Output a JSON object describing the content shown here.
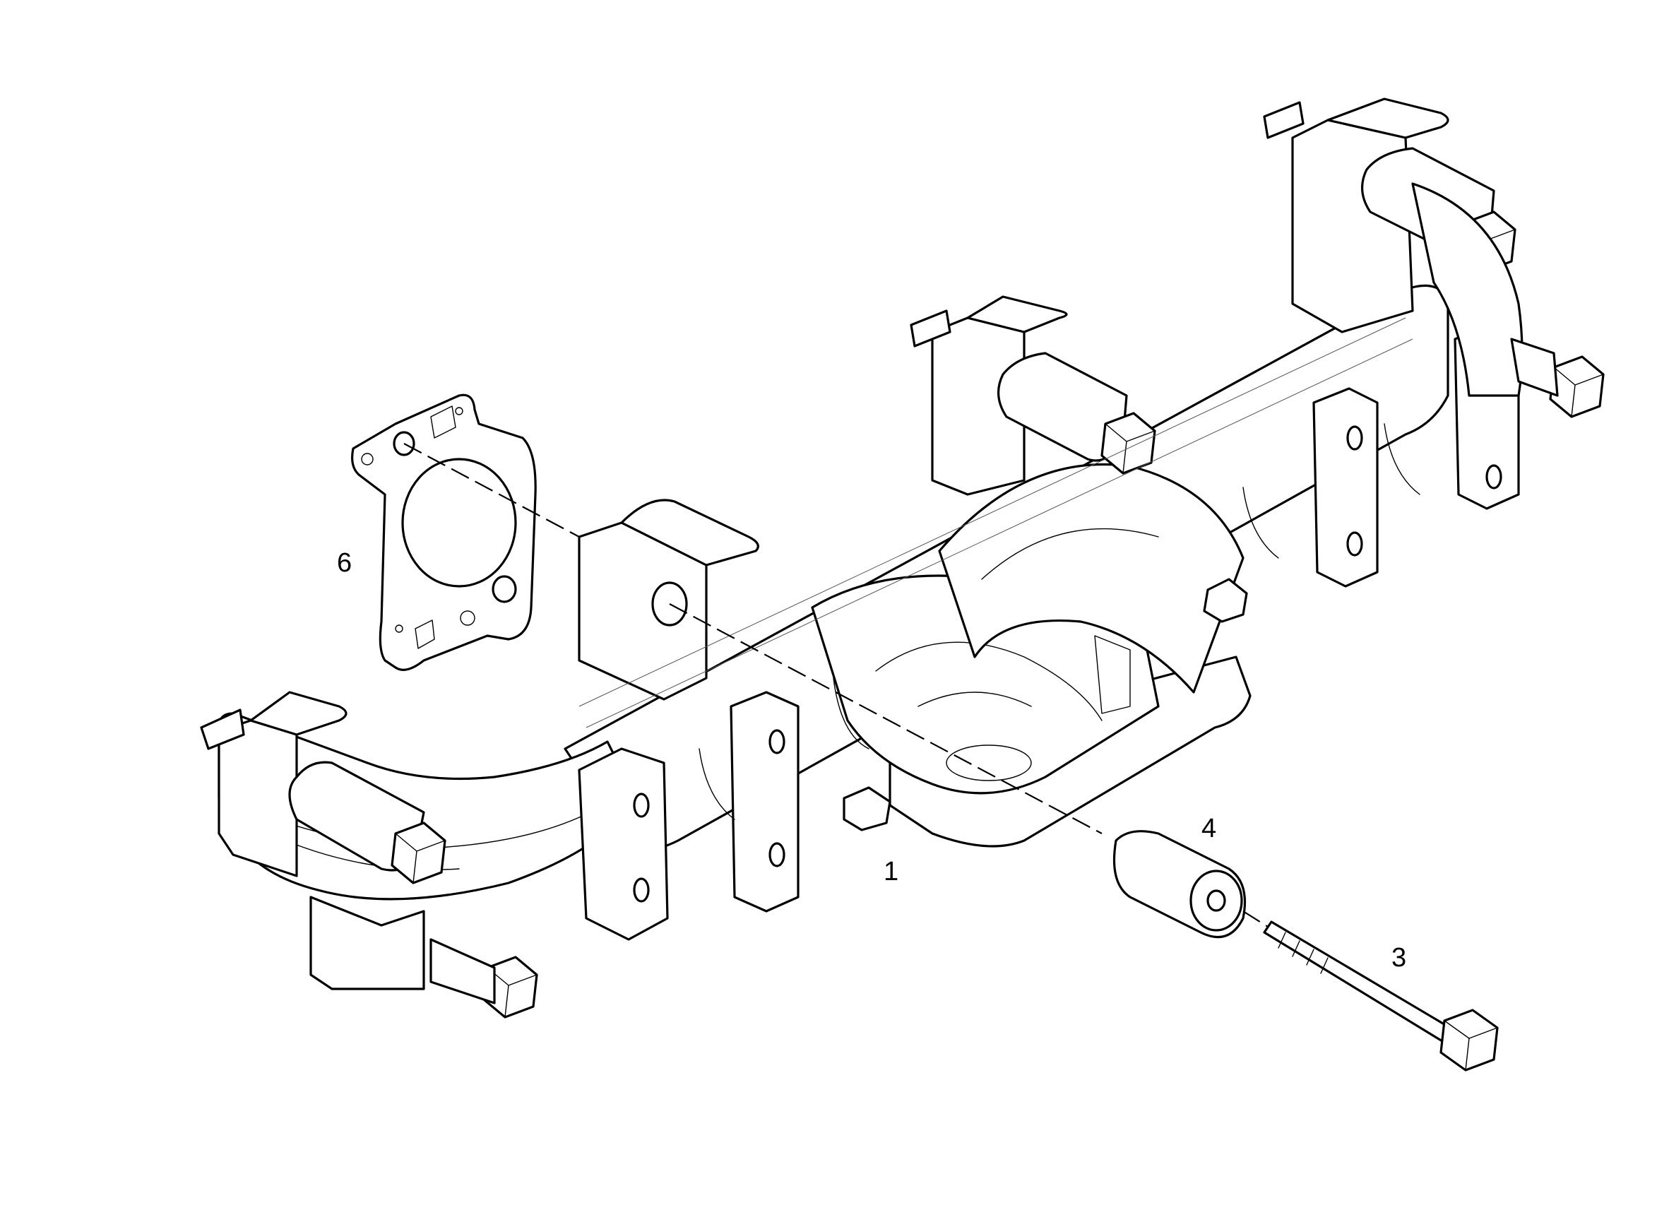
{
  "diagram": {
    "type": "exploded-parts-view",
    "callouts": [
      {
        "id": "1",
        "text": "1",
        "part": "exhaust-manifold"
      },
      {
        "id": "3",
        "text": "3",
        "part": "flange-bolt"
      },
      {
        "id": "4",
        "text": "4",
        "part": "spacer-sleeve"
      },
      {
        "id": "6",
        "text": "6",
        "part": "manifold-gasket"
      }
    ],
    "colors": {
      "line": "#000000",
      "background": "#ffffff"
    }
  }
}
